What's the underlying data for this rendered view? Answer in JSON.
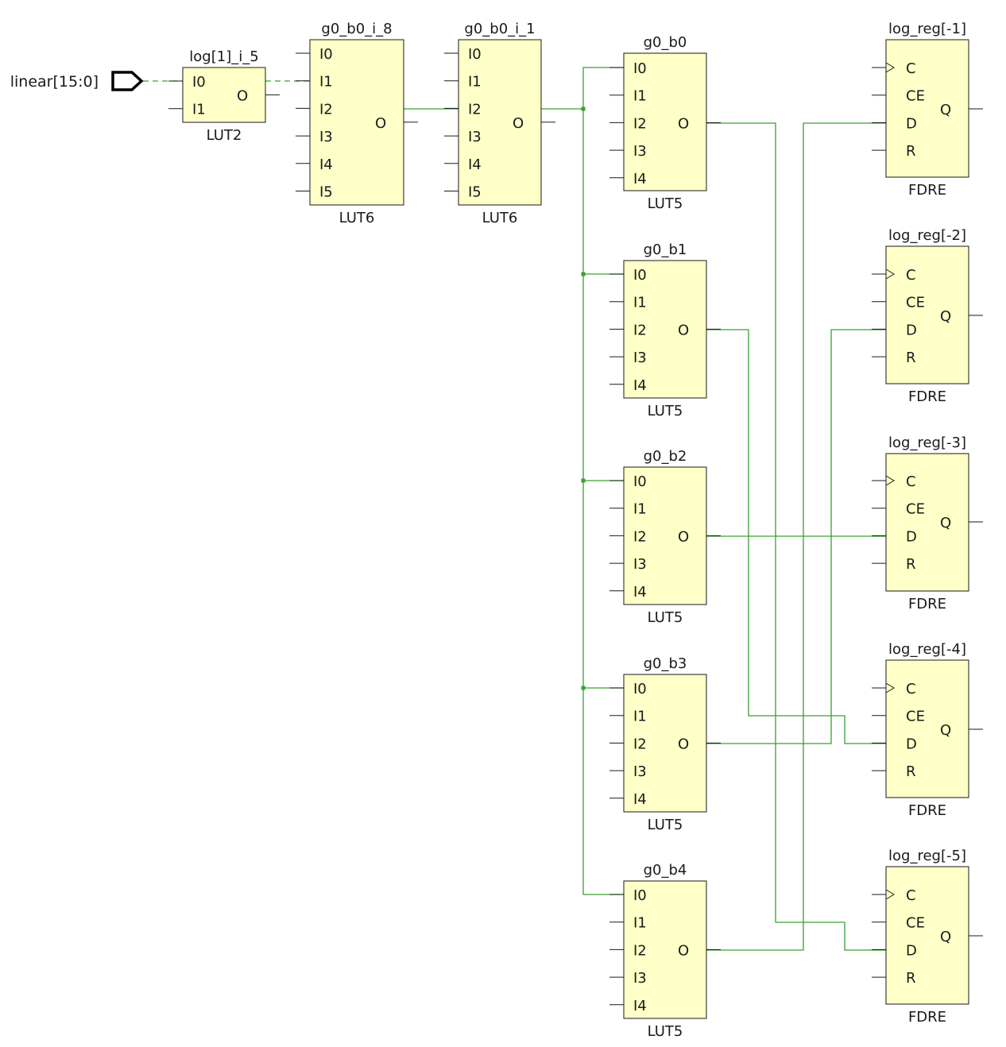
{
  "port": {
    "name": "linear[15:0]"
  },
  "cells": {
    "log1_i_5": {
      "name": "log[1]_i_5",
      "type": "LUT2",
      "inputs": [
        "I0",
        "I1"
      ],
      "output": "O"
    },
    "g0_b0_i_8": {
      "name": "g0_b0_i_8",
      "type": "LUT6",
      "inputs": [
        "I0",
        "I1",
        "I2",
        "I3",
        "I4",
        "I5"
      ],
      "output": "O"
    },
    "g0_b0_i_1": {
      "name": "g0_b0_i_1",
      "type": "LUT6",
      "inputs": [
        "I0",
        "I1",
        "I2",
        "I3",
        "I4",
        "I5"
      ],
      "output": "O"
    },
    "g0_b0": {
      "name": "g0_b0",
      "type": "LUT5",
      "inputs": [
        "I0",
        "I1",
        "I2",
        "I3",
        "I4"
      ],
      "output": "O"
    },
    "g0_b1": {
      "name": "g0_b1",
      "type": "LUT5",
      "inputs": [
        "I0",
        "I1",
        "I2",
        "I3",
        "I4"
      ],
      "output": "O"
    },
    "g0_b2": {
      "name": "g0_b2",
      "type": "LUT5",
      "inputs": [
        "I0",
        "I1",
        "I2",
        "I3",
        "I4"
      ],
      "output": "O"
    },
    "g0_b3": {
      "name": "g0_b3",
      "type": "LUT5",
      "inputs": [
        "I0",
        "I1",
        "I2",
        "I3",
        "I4"
      ],
      "output": "O"
    },
    "g0_b4": {
      "name": "g0_b4",
      "type": "LUT5",
      "inputs": [
        "I0",
        "I1",
        "I2",
        "I3",
        "I4"
      ],
      "output": "O"
    },
    "log_reg_m1": {
      "name": "log_reg[-1]",
      "type": "FDRE",
      "inputs": [
        "C",
        "CE",
        "D",
        "R"
      ],
      "output": "Q"
    },
    "log_reg_m2": {
      "name": "log_reg[-2]",
      "type": "FDRE",
      "inputs": [
        "C",
        "CE",
        "D",
        "R"
      ],
      "output": "Q"
    },
    "log_reg_m3": {
      "name": "log_reg[-3]",
      "type": "FDRE",
      "inputs": [
        "C",
        "CE",
        "D",
        "R"
      ],
      "output": "Q"
    },
    "log_reg_m4": {
      "name": "log_reg[-4]",
      "type": "FDRE",
      "inputs": [
        "C",
        "CE",
        "D",
        "R"
      ],
      "output": "Q"
    },
    "log_reg_m5": {
      "name": "log_reg[-5]",
      "type": "FDRE",
      "inputs": [
        "C",
        "CE",
        "D",
        "R"
      ],
      "output": "Q"
    }
  },
  "colors": {
    "wire": "#3aa02f",
    "cell_fill": "#ffffc8",
    "outline": "#1a1a1a"
  }
}
